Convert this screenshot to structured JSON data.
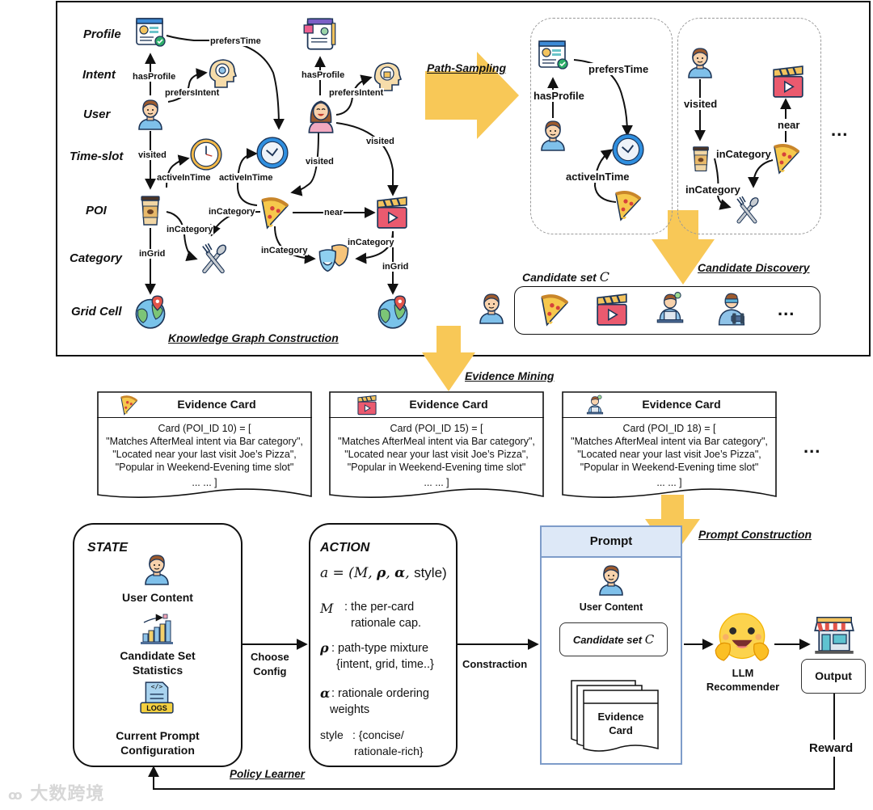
{
  "knowledge_graph": {
    "title": "Knowledge Graph Construction",
    "row_labels": [
      "Profile",
      "Intent",
      "User",
      "Time-slot",
      "POI",
      "Category",
      "Grid Cell"
    ],
    "edges": {
      "prefersTime": "prefersTime",
      "hasProfile_1": "hasProfile",
      "hasProfile_2": "hasProfile",
      "prefersIntent_1": "prefersIntent",
      "prefersIntent_2": "prefersIntent",
      "visited_1": "visited",
      "visited_2": "visited",
      "visited_3": "visited",
      "activeInTime_1": "activeInTime",
      "activeInTime_2": "activeInTime",
      "inCategory_1": "inCategory",
      "inCategory_2": "inCategory",
      "inCategory_3": "inCategory",
      "inCategory_4": "inCategory",
      "near": "near",
      "inGrid_1": "inGrid",
      "inGrid_2": "inGrid"
    }
  },
  "path_sampling": {
    "title": "Path-Sampling",
    "path1": {
      "hasProfile": "hasProfile",
      "prefersTime": "prefersTime",
      "activeInTime": "activeInTime"
    },
    "path2": {
      "visited": "visited",
      "near": "near",
      "inCategory_a": "inCategory",
      "inCategory_b": "inCategory"
    },
    "ellipsis": "..."
  },
  "candidate_discovery": {
    "title": "Candidate Discovery",
    "set_label": "Candidate set",
    "set_symbol": "C",
    "ellipsis": "..."
  },
  "evidence_mining": {
    "title": "Evidence Mining",
    "cards": [
      {
        "title": "Evidence Card",
        "header": "Card (POI_ID 10) = [",
        "lines": [
          "\"Matches AfterMeal intent via Bar category\",",
          "\"Located near your last visit Joe’s Pizza\",",
          "\"Popular in Weekend-Evening time slot\""
        ],
        "footer": "... ... ]",
        "icon": "pizza-icon"
      },
      {
        "title": "Evidence Card",
        "header": "Card (POI_ID 15) = [",
        "lines": [
          "\"Matches AfterMeal intent via Bar category\",",
          "\"Located near your last visit Joe’s Pizza\",",
          "\"Popular in Weekend-Evening time slot\""
        ],
        "footer": "... ... ]",
        "icon": "clapperboard-icon"
      },
      {
        "title": "Evidence Card",
        "header": "Card (POI_ID 18) = [",
        "lines": [
          "\"Matches AfterMeal intent via Bar category\",",
          "\"Located near your last visit Joe’s Pizza\",",
          "\"Popular in Weekend-Evening time slot\""
        ],
        "footer": "... ... ]",
        "icon": "remote-worker-icon"
      }
    ],
    "ellipsis": "..."
  },
  "state": {
    "title": "STATE",
    "items": [
      "User Content",
      "Candidate Set Statistics",
      "Current Prompt Configuration"
    ],
    "items_lines": [
      [
        "User Content"
      ],
      [
        "Candidate Set",
        "Statistics"
      ],
      [
        "Current Prompt",
        "Configuration"
      ]
    ],
    "logs_badge": "LOGS",
    "code_glyph": "</>"
  },
  "choose_config": [
    "Choose",
    "Config"
  ],
  "action": {
    "title": "ACTION",
    "formula_lhs": "a = (M, ",
    "formula_rho": "ρ",
    "formula_alpha": "α",
    "formula_style": "style)",
    "defs": [
      {
        "symbol": "M",
        "text": [
          ": the per-card",
          "rationale cap."
        ]
      },
      {
        "symbol": "ρ",
        "text": [
          ": path-type mixture",
          "{intent, grid, time..}"
        ]
      },
      {
        "symbol": "α",
        "text": [
          ": rationale ordering",
          "weights"
        ]
      },
      {
        "symbol": "style",
        "text": [
          ": {concise/",
          "rationale-rich}"
        ]
      }
    ]
  },
  "constraction_label": "Constraction",
  "prompt": {
    "title": "Prompt",
    "user_content": "User Content",
    "candidate_label": "Candidate set",
    "candidate_symbol": "C",
    "evidence_card": [
      "Evidence",
      "Card"
    ]
  },
  "prompt_construction_title": "Prompt Construction",
  "llm": [
    "LLM",
    "Recommender"
  ],
  "output_label": "Output",
  "reward_label": "Reward",
  "policy_learner": "Policy Learner",
  "watermark": "大数跨境",
  "colors": {
    "flow_arrow": "#f8c857",
    "prompt_border": "#7e9cc9",
    "prompt_header": "#dde8f7",
    "dashed_border": "#9a9a9a"
  }
}
